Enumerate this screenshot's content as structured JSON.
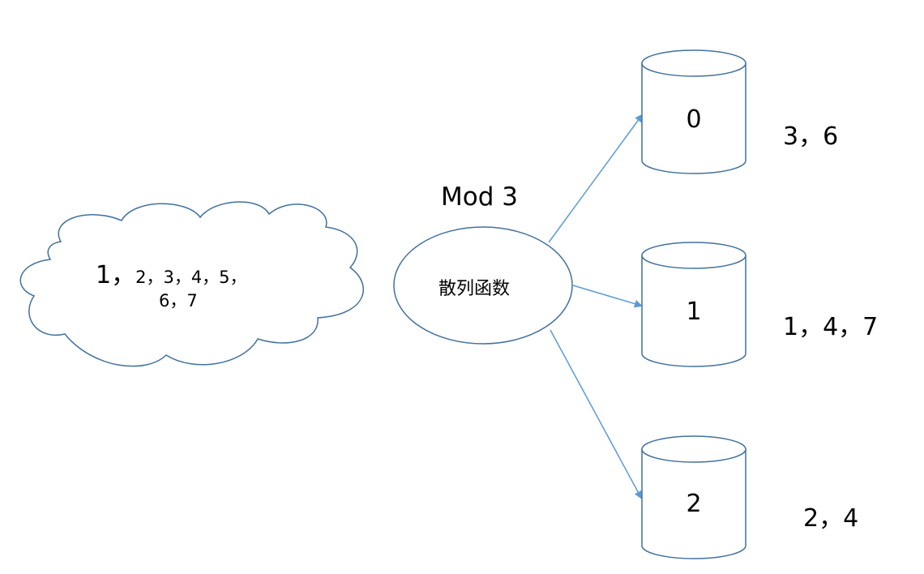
{
  "input": {
    "line1_first": "1，",
    "line1_rest": "2，3，4，5，",
    "line2": "6，7"
  },
  "hash_function": {
    "title": "Mod 3",
    "label": "散列函数"
  },
  "buckets": [
    {
      "id": "0",
      "values": "3，6"
    },
    {
      "id": "1",
      "values": "1，4，7"
    },
    {
      "id": "2",
      "values": "2，4"
    }
  ],
  "colors": {
    "outline": "#41719c",
    "arrow": "#5b9bd5",
    "fill": "#ffffff"
  }
}
